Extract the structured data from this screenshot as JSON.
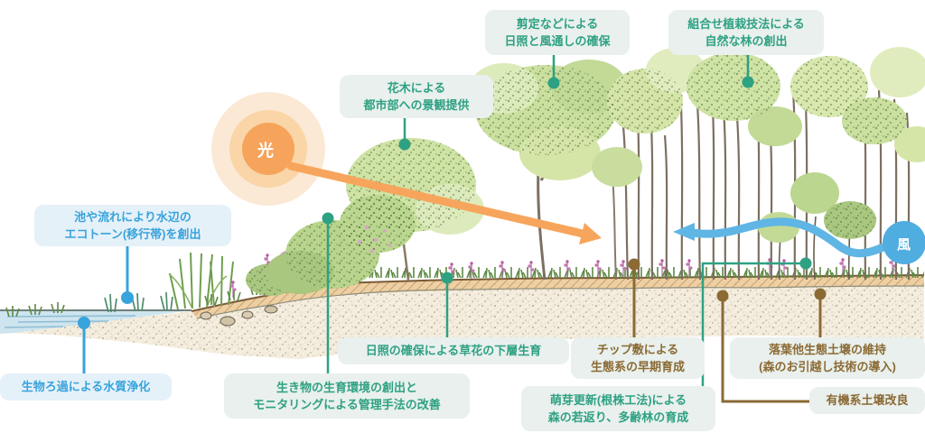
{
  "sun": {
    "label": "光"
  },
  "wind": {
    "label": "風"
  },
  "annotations": {
    "pruning": {
      "line1": "剪定などによる",
      "line2": "日照と風通しの確保"
    },
    "planting_mix": {
      "line1": "組合せ植栽技法による",
      "line2": "自然な林の創出"
    },
    "flowering_trees": {
      "line1": "花木による",
      "line2": "都市部への景観提供"
    },
    "ecotone": {
      "line1": "池や流れにより水辺の",
      "line2": "エコトーン(移行帯)を創出"
    },
    "bio_filtration": {
      "line1": "生物ろ過による水質浄化"
    },
    "understory_growth": {
      "line1": "日照の確保による草花の下層生育"
    },
    "habitat_monitoring": {
      "line1": "生き物の生育環境の創出と",
      "line2": "モニタリングによる管理手法の改善"
    },
    "wood_chips": {
      "line1": "チップ敷による",
      "line2": "生態系の早期育成"
    },
    "leaf_litter_soil": {
      "line1": "落葉他生態土壌の維持",
      "line2": "(森のお引越し技術の導入)"
    },
    "coppice_renewal": {
      "line1": "萌芽更新(根株工法)による",
      "line2": "森の若返り、多齢林の育成"
    },
    "organic_soil": {
      "line1": "有機系土壌改良"
    }
  },
  "colors": {
    "annotation_green": "#2EA183",
    "annotation_blue": "#38A3DC",
    "annotation_brown": "#8B6A34",
    "label_background": "#E9F0ED",
    "label_background_blue": "#E5F1F9",
    "sun_orange": "#F6A45C",
    "wind_blue": "#55B1E2"
  }
}
